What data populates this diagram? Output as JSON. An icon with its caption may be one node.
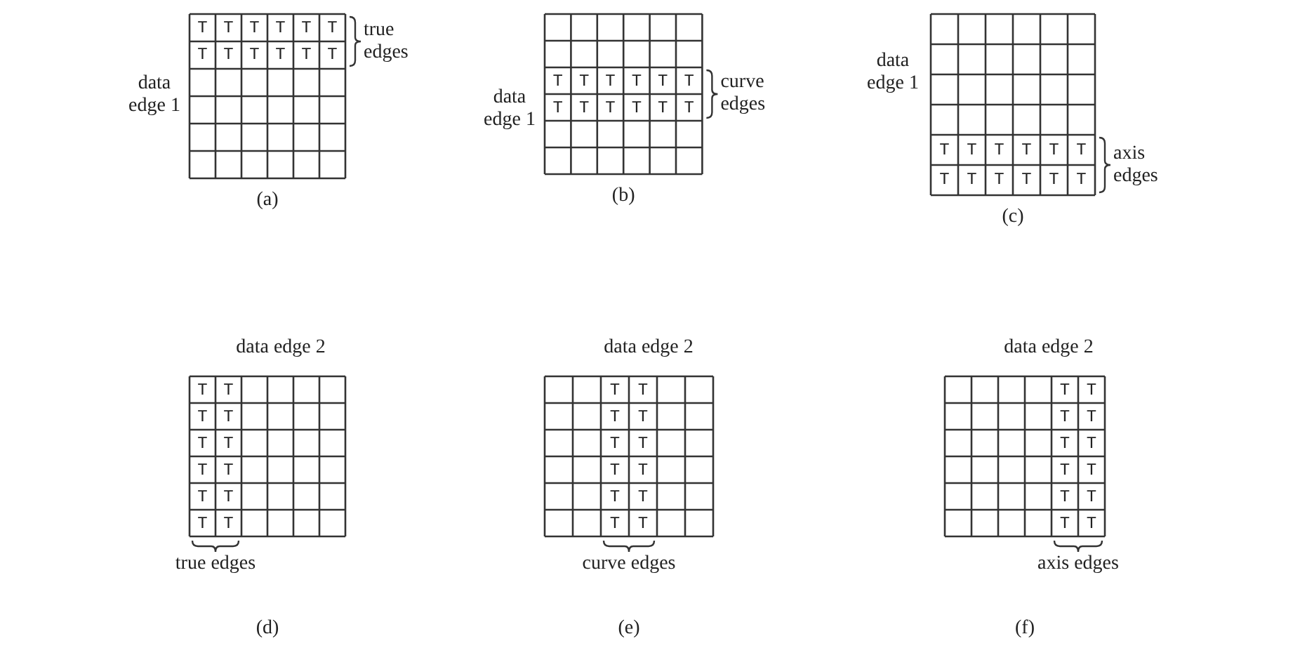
{
  "diagram": {
    "labels": [
      "data edge 1",
      "T",
      "T",
      "T",
      "T",
      "T",
      "T",
      "T",
      "T",
      "T",
      "T",
      "T",
      "T",
      "true edges",
      "(a)",
      "data edge 1",
      "T",
      "T",
      "T",
      "T",
      "T",
      "T",
      "T",
      "T",
      "T",
      "T",
      "T",
      "T",
      "curve edges",
      "(b)",
      "data edge 1",
      "T",
      "T",
      "T",
      "T",
      "T",
      "T",
      "T",
      "T",
      "T",
      "T",
      "T",
      "T",
      "axis edges",
      "(c)",
      "data edge 2",
      "T",
      "T",
      "T",
      "T",
      "T",
      "T",
      "T",
      "T",
      "T",
      "T",
      "T",
      "T",
      "true edges",
      "(d)",
      "data edge 2",
      "T",
      "T",
      "T",
      "T",
      "T",
      "T",
      "T",
      "T",
      "T",
      "T",
      "T",
      "T",
      "curve edges",
      "(e)",
      "data edge 2",
      "T",
      "T",
      "T",
      "T",
      "T",
      "T",
      "T",
      "T",
      "T",
      "T",
      "T",
      "T",
      "axis edges",
      "(f)"
    ]
  }
}
